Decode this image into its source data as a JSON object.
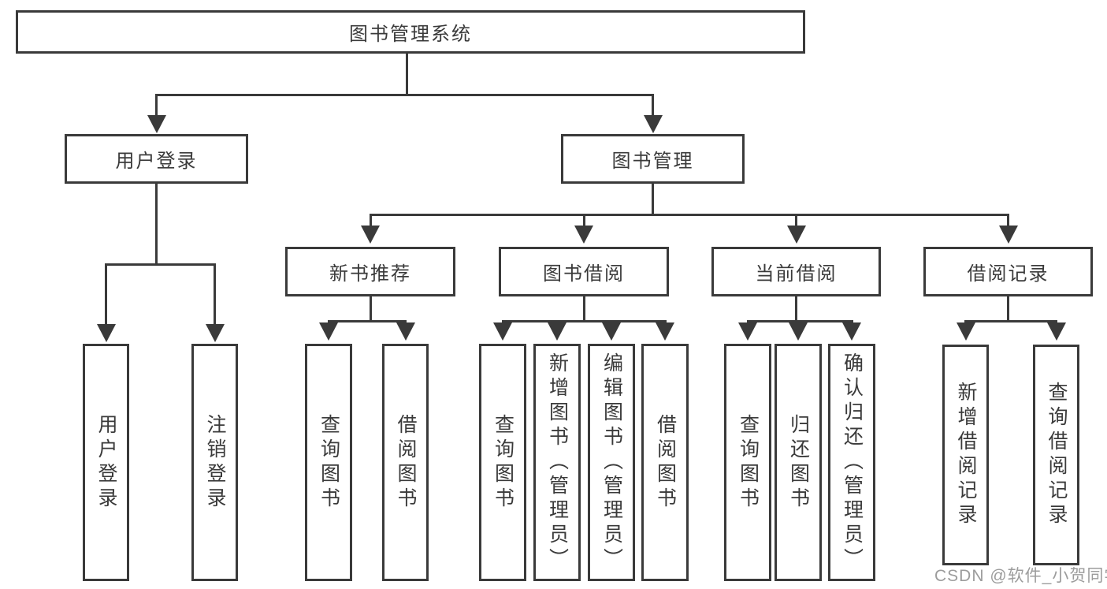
{
  "nodes": {
    "root": {
      "label": "图书管理系统"
    },
    "level2": [
      {
        "id": "user-login",
        "label": "用户登录"
      },
      {
        "id": "book-management",
        "label": "图书管理"
      }
    ],
    "level3": [
      {
        "id": "new-book-recommend",
        "label": "新书推荐",
        "parent": "图书管理"
      },
      {
        "id": "book-borrow",
        "label": "图书借阅",
        "parent": "图书管理"
      },
      {
        "id": "current-borrow",
        "label": "当前借阅",
        "parent": "图书管理"
      },
      {
        "id": "borrow-records",
        "label": "借阅记录",
        "parent": "图书管理"
      }
    ],
    "level4": [
      {
        "label": "用户登录",
        "parent": "用户登录"
      },
      {
        "label": "注销登录",
        "parent": "用户登录"
      },
      {
        "label": "查询图书",
        "parent": "新书推荐"
      },
      {
        "label": "借阅图书",
        "parent": "新书推荐"
      },
      {
        "label": "查询图书",
        "parent": "图书借阅"
      },
      {
        "label": "新增图书（管理员）",
        "parent": "图书借阅"
      },
      {
        "label": "编辑图书（管理员）",
        "parent": "图书借阅"
      },
      {
        "label": "借阅图书",
        "parent": "图书借阅"
      },
      {
        "label": "查询图书",
        "parent": "当前借阅"
      },
      {
        "label": "归还图书",
        "parent": "当前借阅"
      },
      {
        "label": "确认归还（管理员）",
        "parent": "当前借阅"
      },
      {
        "label": "新增借阅记录",
        "parent": "借阅记录"
      },
      {
        "label": "查询借阅记录",
        "parent": "借阅记录"
      }
    ]
  },
  "watermark": {
    "text": "CSDN @软件_小贺同学"
  },
  "colors": {
    "line": "#3a3a3a",
    "text": "#3a3a3a",
    "watermark": "#9c9c9c",
    "background": "#ffffff"
  }
}
